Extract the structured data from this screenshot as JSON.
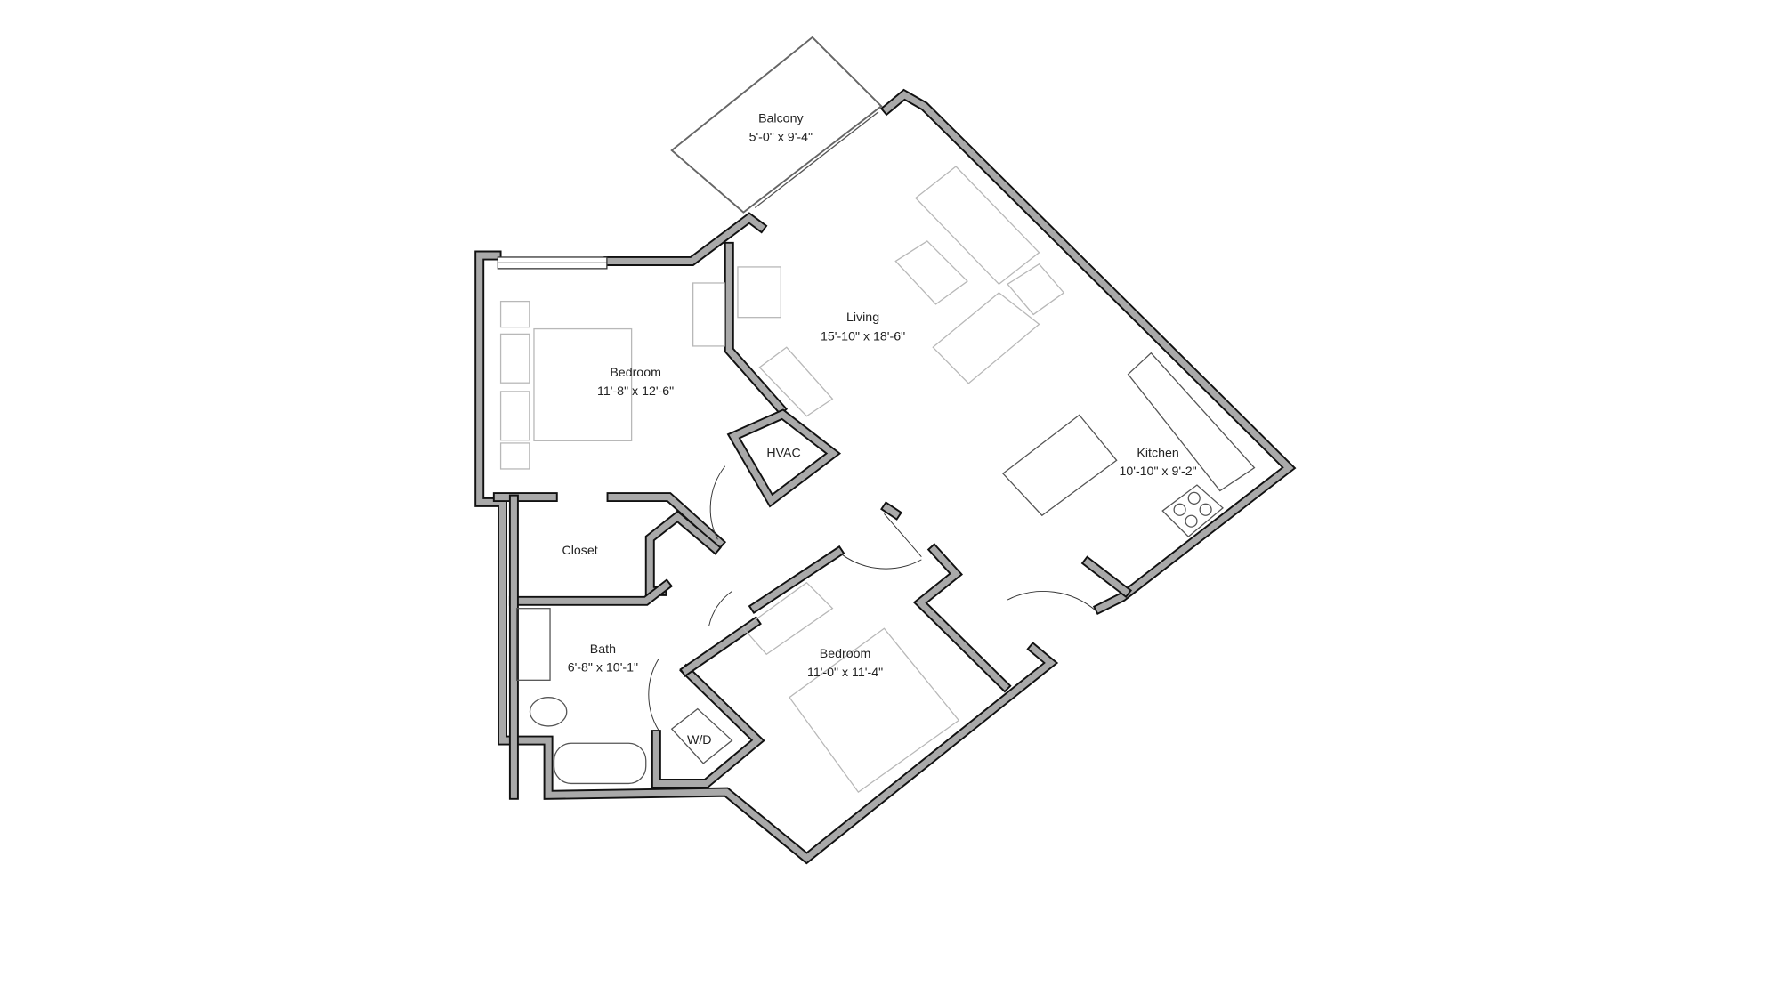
{
  "rooms": {
    "balcony": {
      "name": "Balcony",
      "size": "5'-0\" x 9'-4\""
    },
    "living": {
      "name": "Living",
      "size": "15'-10\" x 18'-6\""
    },
    "bedroom1": {
      "name": "Bedroom",
      "size": "11'-8\" x 12'-6\""
    },
    "hvac": {
      "name": "HVAC"
    },
    "closet": {
      "name": "Closet"
    },
    "kitchen": {
      "name": "Kitchen",
      "size": "10'-10\" x 9'-2\""
    },
    "bath": {
      "name": "Bath",
      "size": "6'-8\" x 10'-1\""
    },
    "bedroom2": {
      "name": "Bedroom",
      "size": "11'-0\" x 11'-4\""
    },
    "wd": {
      "name": "W/D"
    }
  },
  "colors": {
    "wall_fill": "#a9a9a9",
    "wall_edge": "#111111",
    "furniture": "#b8b8b8"
  }
}
